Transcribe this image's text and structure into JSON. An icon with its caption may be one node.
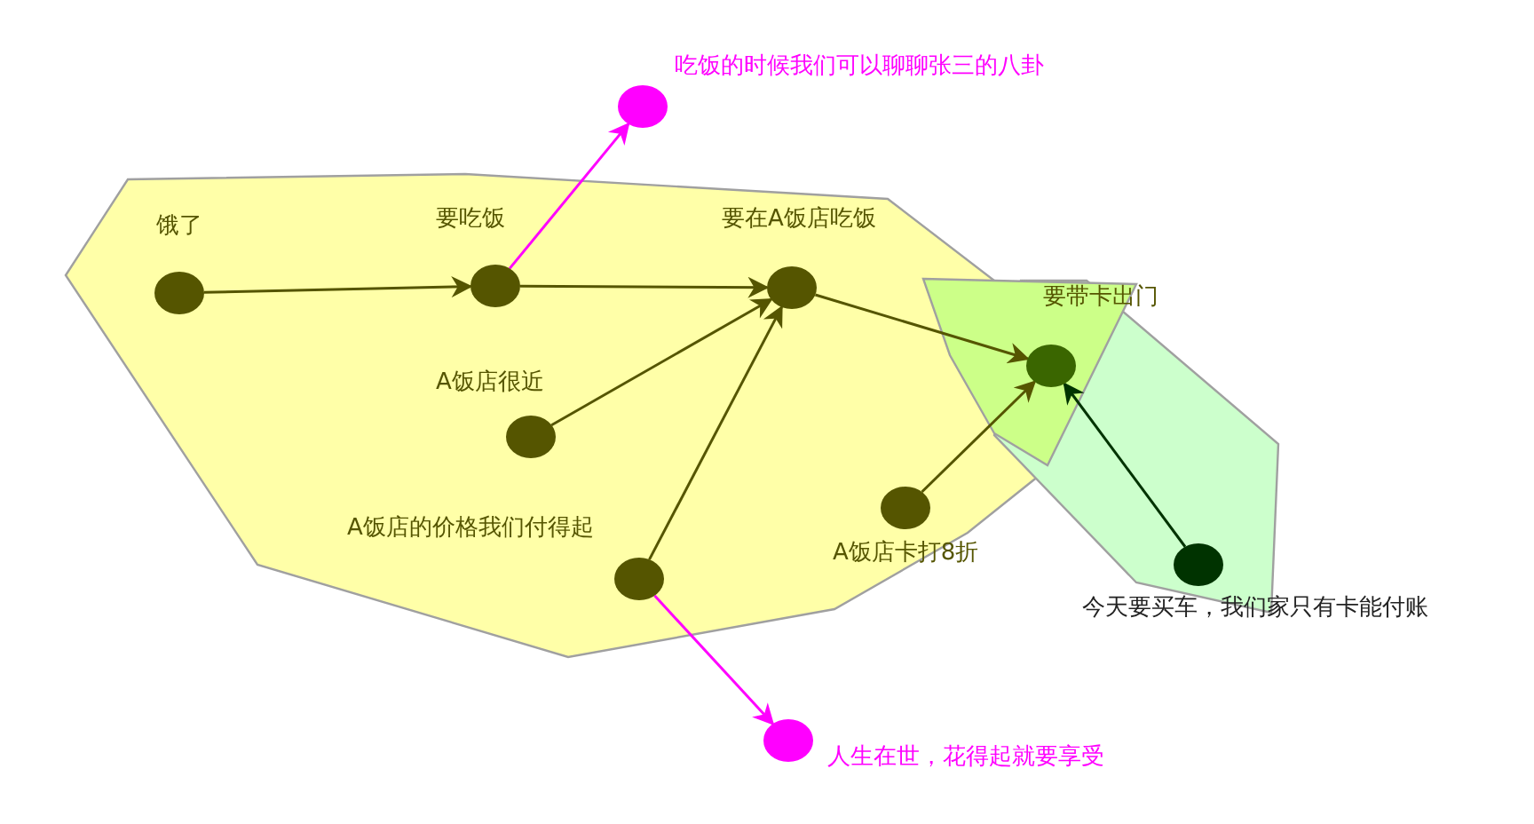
{
  "diagram": {
    "nodes": [
      {
        "text": [
          "饿了"
        ]
      },
      {
        "text": [
          "要吃饭"
        ]
      },
      {
        "text": [
          "要在A饭店吃饭"
        ]
      },
      {
        "text": [
          "A饭店很近"
        ]
      },
      {
        "text": [
          "A饭店的价格我们付得起"
        ]
      },
      {
        "text": [
          "要带卡出门"
        ]
      },
      {
        "text": [
          "A饭店卡打8折"
        ]
      },
      {
        "text": [
          "今天要买车，我们家只有卡能付账"
        ]
      },
      {
        "text": [
          "吃饭的时候我们可以聊聊张三的八卦"
        ]
      },
      {
        "text": [
          "人生在世，花得起就要享受"
        ]
      }
    ],
    "edges": [
      {
        "from": 0,
        "to": 1,
        "arrow": "to"
      },
      {
        "from": 1,
        "to": 2,
        "arrow": "to"
      },
      {
        "from": 3,
        "to": 2,
        "arrow": "to"
      },
      {
        "from": 4,
        "to": 2,
        "arrow": "to"
      },
      {
        "from": 2,
        "to": 5,
        "arrow": "to"
      },
      {
        "from": 6,
        "to": 5,
        "arrow": "to"
      },
      {
        "from": 7,
        "to": 5,
        "arrow": "to",
        "color": "#003300"
      },
      {
        "from": 1,
        "to": 8,
        "arrow": "to",
        "color": "#ff00ff"
      },
      {
        "from": 4,
        "to": 9,
        "arrow": "to",
        "color": "#ff00ff"
      }
    ]
  }
}
